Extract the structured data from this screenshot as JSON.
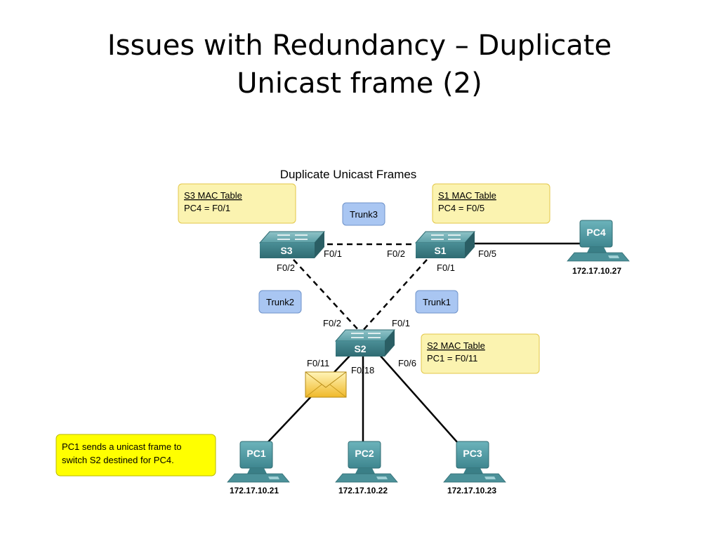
{
  "title": {
    "line1": "Issues with Redundancy – Duplicate",
    "line2": "Unicast frame (2)"
  },
  "diagram": {
    "heading": "Duplicate Unicast Frames",
    "notes": {
      "s3_table_title": "S3 MAC Table",
      "s3_table_entry": "PC4 = F0/1",
      "s1_table_title": "S1 MAC Table",
      "s1_table_entry": "PC4 = F0/5",
      "s2_table_title": "S2 MAC Table",
      "s2_table_entry": "PC1 = F0/11",
      "pc1_note_line1": "PC1 sends a unicast frame to",
      "pc1_note_line2": "switch S2 destined for PC4."
    },
    "trunks": {
      "trunk1": "Trunk1",
      "trunk2": "Trunk2",
      "trunk3": "Trunk3"
    },
    "switches": {
      "s1": "S1",
      "s2": "S2",
      "s3": "S3"
    },
    "ports": {
      "s3_f01": "F0/1",
      "s3_f02": "F0/2",
      "s1_f02": "F0/2",
      "s1_f05": "F0/5",
      "s1_f01": "F0/1",
      "s2_f02": "F0/2",
      "s2_f01": "F0/1",
      "s2_f011": "F0/11",
      "s2_f018": "F0/18",
      "s2_f06": "F0/6"
    },
    "pcs": {
      "pc1": {
        "label": "PC1",
        "ip": "172.17.10.21"
      },
      "pc2": {
        "label": "PC2",
        "ip": "172.17.10.22"
      },
      "pc3": {
        "label": "PC3",
        "ip": "172.17.10.23"
      },
      "pc4": {
        "label": "PC4",
        "ip": "172.17.10.27"
      }
    },
    "colors": {
      "note_fill": "#fbf3b0",
      "note_stroke": "#e3c74a",
      "highlight_note": "#ffff00",
      "trunk_fill": "#a9c6f2",
      "trunk_stroke": "#6f93c9",
      "device": "#3f8a91",
      "envelope": "#f2c23b"
    }
  }
}
